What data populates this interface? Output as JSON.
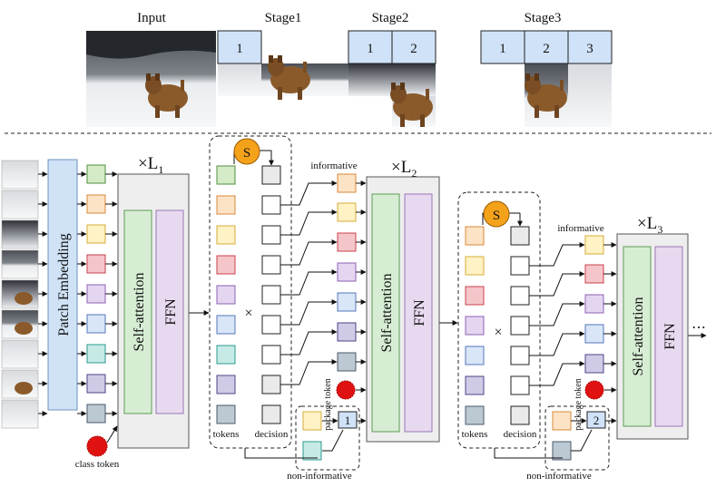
{
  "top_row": {
    "input_label": "Input",
    "stages": [
      {
        "label": "Stage1",
        "patches": [
          "1"
        ]
      },
      {
        "label": "Stage2",
        "patches": [
          "1",
          "2"
        ]
      },
      {
        "label": "Stage3",
        "patches": [
          "1",
          "2",
          "3"
        ]
      }
    ]
  },
  "pipeline": {
    "patch_embedding": "Patch Embedding",
    "class_token": "class token",
    "blocks": [
      {
        "repeat": "×L",
        "sub": "1",
        "attn": "Self-attention",
        "ffn": "FFN"
      },
      {
        "repeat": "×L",
        "sub": "2",
        "attn": "Self-attention",
        "ffn": "FFN"
      },
      {
        "repeat": "×L",
        "sub": "3",
        "attn": "Self-attention",
        "ffn": "FFN"
      }
    ],
    "selectors": [
      {
        "symbol": "S",
        "multiply": "×",
        "tokens_label": "tokens",
        "decision_label": "decision"
      },
      {
        "symbol": "S",
        "multiply": "×",
        "tokens_label": "tokens",
        "decision_label": "decision"
      }
    ],
    "informative": "informative",
    "non_informative": "non-informative",
    "package_token": "package token",
    "package_numbers": [
      "1",
      "2"
    ],
    "ellipsis": "⋯"
  },
  "colors": {
    "token_fills": [
      "#d5ebc8",
      "#fde3c6",
      "#fff2c4",
      "#f5c6c9",
      "#e4d6f0",
      "#d9e6f8",
      "#c6ebe6",
      "#cfcbe6",
      "#bcc8d2"
    ],
    "token_strokes": [
      "#4f8f3f",
      "#d88a3a",
      "#d4ac3a",
      "#c9414b",
      "#8c62b5",
      "#5577b8",
      "#2c9a8f",
      "#4d4687",
      "#4a5a6b"
    ],
    "block_bg": "#eeeeee",
    "attn_fill": "#d6edd3",
    "ffn_fill": "#e7d9ef",
    "patch_embed_fill": "#cfe2f6",
    "stage_patch_fill": "#cfe2f8",
    "selector_circle": "#f5a21b",
    "class_token": "#e01111"
  }
}
